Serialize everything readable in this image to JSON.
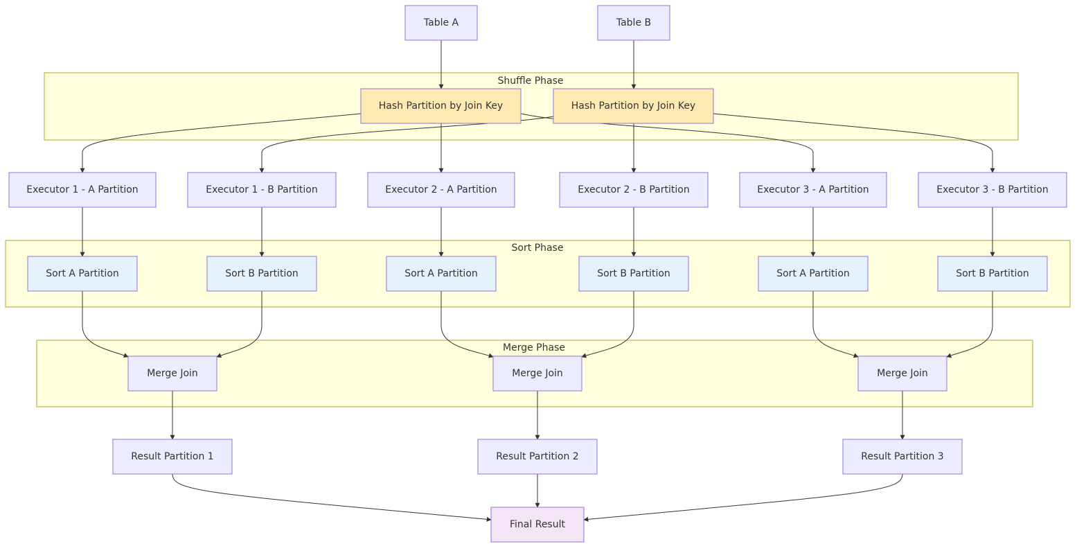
{
  "clusters": {
    "shuffle": "Shuffle Phase",
    "sort": "Sort Phase",
    "merge": "Merge Phase"
  },
  "nodes": {
    "table_a": "Table A",
    "table_b": "Table B",
    "hash_a": "Hash Partition by Join Key",
    "hash_b": "Hash Partition by Join Key",
    "exec1_a": "Executor 1 - A Partition",
    "exec1_b": "Executor 1 - B Partition",
    "exec2_a": "Executor 2 - A Partition",
    "exec2_b": "Executor 2 - B Partition",
    "exec3_a": "Executor 3 - A Partition",
    "exec3_b": "Executor 3 - B Partition",
    "sort1_a": "Sort A Partition",
    "sort1_b": "Sort B Partition",
    "sort2_a": "Sort A Partition",
    "sort2_b": "Sort B Partition",
    "sort3_a": "Sort A Partition",
    "sort3_b": "Sort B Partition",
    "merge1": "Merge Join",
    "merge2": "Merge Join",
    "merge3": "Merge Join",
    "result1": "Result Partition 1",
    "result2": "Result Partition 2",
    "result3": "Result Partition 3",
    "final": "Final Result"
  },
  "edges": [
    [
      "table_a",
      "hash_a"
    ],
    [
      "table_b",
      "hash_b"
    ],
    [
      "hash_a",
      "exec1_a"
    ],
    [
      "hash_a",
      "exec2_a"
    ],
    [
      "hash_a",
      "exec3_a"
    ],
    [
      "hash_b",
      "exec1_b"
    ],
    [
      "hash_b",
      "exec2_b"
    ],
    [
      "hash_b",
      "exec3_b"
    ],
    [
      "exec1_a",
      "sort1_a"
    ],
    [
      "exec1_b",
      "sort1_b"
    ],
    [
      "exec2_a",
      "sort2_a"
    ],
    [
      "exec2_b",
      "sort2_b"
    ],
    [
      "exec3_a",
      "sort3_a"
    ],
    [
      "exec3_b",
      "sort3_b"
    ],
    [
      "sort1_a",
      "merge1"
    ],
    [
      "sort1_b",
      "merge1"
    ],
    [
      "sort2_a",
      "merge2"
    ],
    [
      "sort2_b",
      "merge2"
    ],
    [
      "sort3_a",
      "merge3"
    ],
    [
      "sort3_b",
      "merge3"
    ],
    [
      "merge1",
      "result1"
    ],
    [
      "merge2",
      "result2"
    ],
    [
      "merge3",
      "result3"
    ],
    [
      "result1",
      "final"
    ],
    [
      "result2",
      "final"
    ],
    [
      "result3",
      "final"
    ]
  ],
  "colors": {
    "cluster_fill": "#ffffde",
    "cluster_stroke": "#aaaa33",
    "node_fill": "#ECECFF",
    "node_stroke": "#9370DB",
    "hash_fill": "#ffe9b3",
    "sort_fill": "#e3f2fd",
    "final_fill": "#f3e5f5",
    "edge": "#333333"
  }
}
